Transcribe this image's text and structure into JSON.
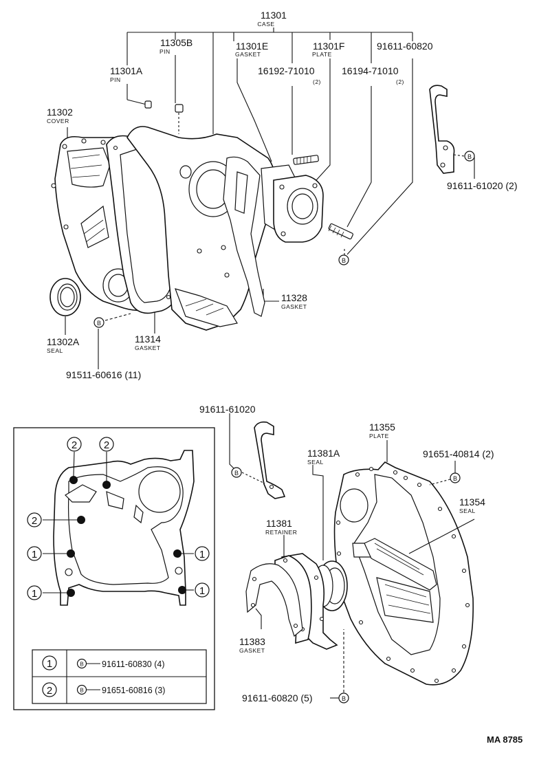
{
  "callouts": [
    {
      "id": "c11301",
      "num": "11301",
      "sub": "CASE"
    },
    {
      "id": "c11305b",
      "num": "11305B",
      "sub": "PIN"
    },
    {
      "id": "c11301e",
      "num": "11301E",
      "sub": "GASKET"
    },
    {
      "id": "c11301f",
      "num": "11301F",
      "sub": "PLATE"
    },
    {
      "id": "c91611_60820_top",
      "num": "91611-60820",
      "sub": ""
    },
    {
      "id": "c11301a",
      "num": "11301A",
      "sub": "PIN"
    },
    {
      "id": "c16192",
      "num": "16192-71010",
      "sub": "(2)"
    },
    {
      "id": "c16194",
      "num": "16194-71010",
      "sub": "(2)"
    },
    {
      "id": "c11302",
      "num": "11302",
      "sub": "COVER"
    },
    {
      "id": "c91611_61020_2",
      "num": "91611-61020 (2)",
      "sub": ""
    },
    {
      "id": "c11328",
      "num": "11328",
      "sub": "GASKET"
    },
    {
      "id": "c11302a",
      "num": "11302A",
      "sub": "SEAL"
    },
    {
      "id": "c11314",
      "num": "11314",
      "sub": "GASKET"
    },
    {
      "id": "c91511",
      "num": "91511-60616 (11)",
      "sub": ""
    },
    {
      "id": "c91611_61020",
      "num": "91611-61020",
      "sub": ""
    },
    {
      "id": "c11355",
      "num": "11355",
      "sub": "PLATE"
    },
    {
      "id": "c91651_40814",
      "num": "91651-40814 (2)",
      "sub": ""
    },
    {
      "id": "c11381a",
      "num": "11381A",
      "sub": "SEAL"
    },
    {
      "id": "c11354",
      "num": "11354",
      "sub": "SEAL"
    },
    {
      "id": "c11381",
      "num": "11381",
      "sub": "RETAINER"
    },
    {
      "id": "c11383",
      "num": "11383",
      "sub": "GASKET"
    },
    {
      "id": "c91611_60820_5",
      "num": "91611-60820 (5)",
      "sub": ""
    }
  ],
  "bolt_symbol": "B",
  "legend": {
    "rows": [
      {
        "key": "1",
        "part": "91611-60830 (4)"
      },
      {
        "key": "2",
        "part": "91651-60816 (3)"
      }
    ]
  },
  "inset_markers": [
    "2",
    "2",
    "2",
    "1",
    "1",
    "1",
    "1"
  ],
  "footer_code": "MA 8785"
}
